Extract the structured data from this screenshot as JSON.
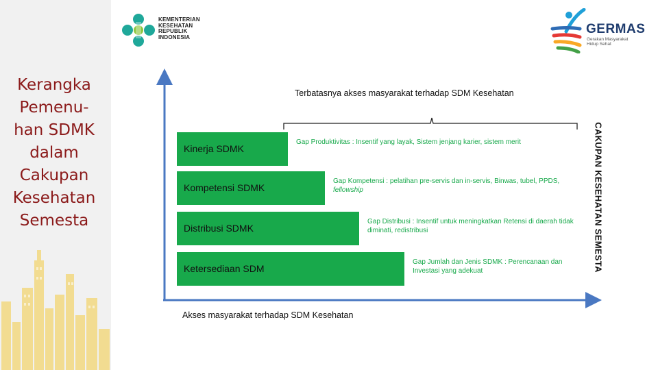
{
  "sidebar": {
    "title_lines": [
      "Kerangka",
      "Pemenu-",
      "han SDMK",
      "dalam",
      "Cakupan",
      "Kesehatan",
      "Semesta"
    ]
  },
  "logos": {
    "kemenkes": {
      "lines": [
        "KEMENTERIAN",
        "KESEHATAN",
        "REPUBLIK",
        "INDONESIA"
      ]
    },
    "germas": {
      "name": "GERMAS",
      "tagline_lines": [
        "Gerakan Masyarakat",
        "Hidup Sehat"
      ]
    }
  },
  "diagram": {
    "top_label": "Terbatasnya akses masyarakat terhadap SDM Kesehatan",
    "bottom_label": "Akses masyarakat terhadap SDM Kesehatan",
    "right_label": "CAKUPAN KESEHATAN SEMESTA",
    "rows": [
      {
        "label": "Kinerja SDMK",
        "gap": "Gap Produktivitas : Insentif yang layak, Sistem jenjang karier, sistem merit"
      },
      {
        "label": "Kompetensi SDMK",
        "gap_main": "Gap Kompetensi : pelatihan pre-servis dan in-servis, Binwas, tubel, PPDS, ",
        "gap_italic": "fellowship"
      },
      {
        "label": "Distribusi SDMK",
        "gap": "Gap Distribusi : Insentif untuk meningkatkan Retensi di daerah tidak diminati, redistribusi"
      },
      {
        "label": "Ketersediaan SDM",
        "gap": "Gap Jumlah dan Jenis SDMK : Perencanaan dan Investasi yang adekuat"
      }
    ]
  },
  "colors": {
    "bar": "#18a94b",
    "axis": "#4a78c2",
    "sidebar_title": "#8b1a1a"
  }
}
